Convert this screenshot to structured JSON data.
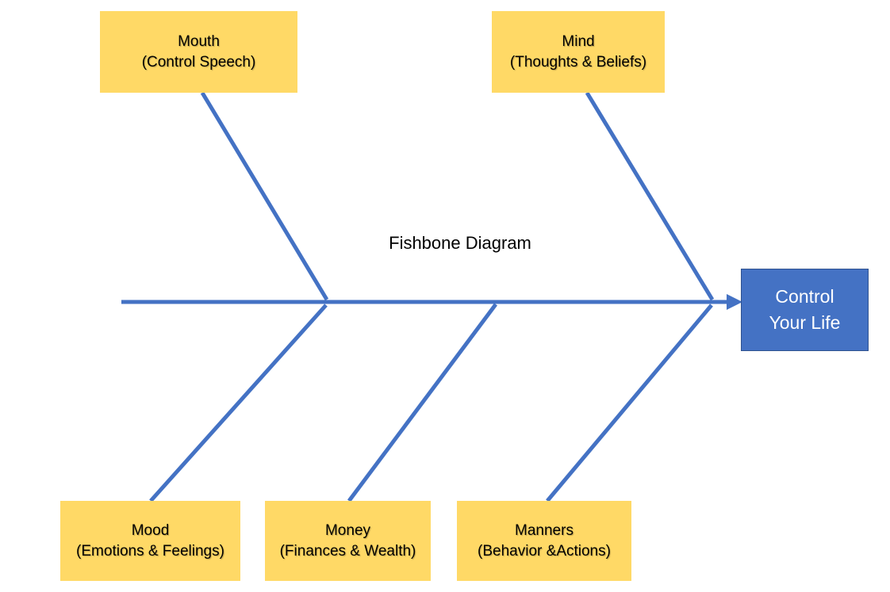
{
  "diagram": {
    "title": "Fishbone Diagram",
    "effect": {
      "line1": "Control",
      "line2": "Your Life"
    },
    "causes": {
      "mouth": {
        "name": "Mouth",
        "detail": "(Control Speech)"
      },
      "mind": {
        "name": "Mind",
        "detail": "(Thoughts & Beliefs)"
      },
      "mood": {
        "name": "Mood",
        "detail": "(Emotions & Feelings)"
      },
      "money": {
        "name": "Money",
        "detail": "(Finances & Wealth)"
      },
      "manners": {
        "name": "Manners",
        "detail": "(Behavior &Actions)"
      }
    },
    "colors": {
      "bone": "#4472C4",
      "cause_fill": "#FFD966",
      "effect_fill": "#4472C4",
      "effect_text": "#FFFFFF"
    }
  }
}
